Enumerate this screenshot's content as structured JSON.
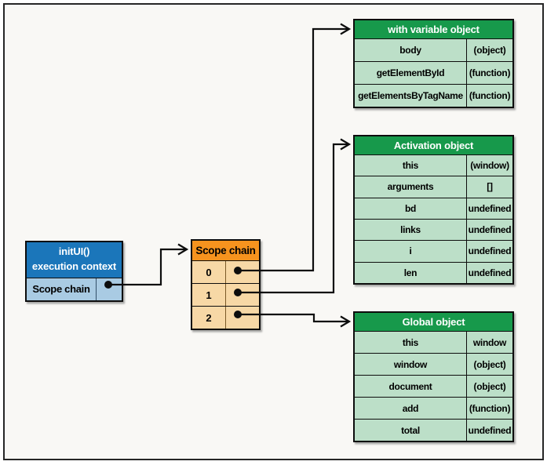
{
  "palette": {
    "bg": "#f9f8f5",
    "frame": "#262626",
    "blue_header": "#1b76ba",
    "blue_row": "#a9cbe3",
    "orange_header": "#f6931e",
    "orange_row": "#f7d8a6",
    "green_header": "#17994b",
    "green_row": "#bcdfc8",
    "line": "#0d0d0d"
  },
  "execution_context": {
    "title_line1": "initUI()",
    "title_line2": "execution context",
    "row_label": "Scope chain"
  },
  "scope_chain": {
    "title": "Scope chain",
    "rows": [
      {
        "index": "0"
      },
      {
        "index": "1"
      },
      {
        "index": "2"
      }
    ]
  },
  "tables": [
    {
      "title": "with variable object",
      "rows": [
        {
          "name": "body",
          "value": "(object)"
        },
        {
          "name": "getElementById",
          "value": "(function)"
        },
        {
          "name": "getElementsByTagName",
          "value": "(function)"
        }
      ]
    },
    {
      "title": "Activation object",
      "rows": [
        {
          "name": "this",
          "value": "(window)"
        },
        {
          "name": "arguments",
          "value": "[]"
        },
        {
          "name": "bd",
          "value": "undefined"
        },
        {
          "name": "links",
          "value": "undefined"
        },
        {
          "name": "i",
          "value": "undefined"
        },
        {
          "name": "len",
          "value": "undefined"
        }
      ]
    },
    {
      "title": "Global object",
      "rows": [
        {
          "name": "this",
          "value": "window"
        },
        {
          "name": "window",
          "value": "(object)"
        },
        {
          "name": "document",
          "value": "(object)"
        },
        {
          "name": "add",
          "value": "(function)"
        },
        {
          "name": "total",
          "value": "undefined"
        }
      ]
    }
  ]
}
